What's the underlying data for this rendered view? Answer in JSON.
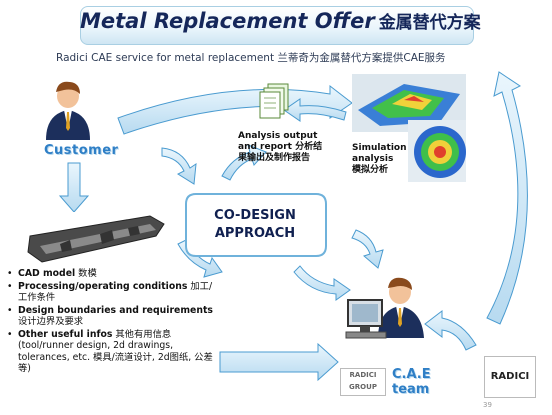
{
  "header": {
    "title": "Metal Replacement Offer",
    "title_cn": "金属替代方案",
    "subtitle": "Radici CAE service for metal replacement 兰蒂奇为金属替代方案提供CAE服务"
  },
  "nodes": {
    "customer": "Customer",
    "cae_team_line1": "C.A.E",
    "cae_team_line2": "team",
    "codesign_line1": "CO-DESIGN",
    "codesign_line2": "APPROACH",
    "analysis_output_line1": "Analysis output",
    "analysis_output_line2": "and report 分析结",
    "analysis_output_line3": "果输出及制作报告",
    "simulation_line1": "Simulation",
    "simulation_line2": "analysis",
    "simulation_line3": "模拟分析"
  },
  "bullets": [
    {
      "bold": "CAD model",
      "rest": " 数模"
    },
    {
      "bold": "Processing/operating conditions",
      "rest": " 加工/工作条件"
    },
    {
      "bold": "Design boundaries and requirements",
      "rest": " 设计边界及要求"
    },
    {
      "bold": "Other useful infos",
      "rest": " 其他有用信息 (tool/runner design, 2d drawings, tolerances, etc. 模具/流道设计, 2d图纸, 公差等)"
    }
  ],
  "logos": {
    "radici_small": "RADICI GROUP",
    "radici_large": "RADICI"
  },
  "page_number": "39",
  "colors": {
    "title_text": "#15275a",
    "accent_blue": "#2f7fc6",
    "arrow_fill": "#cfe8f6",
    "arrow_stroke": "#4a9bd0"
  },
  "icons": [
    "customer-person-icon",
    "engineer-at-computer-icon",
    "documents-icon",
    "simulation-image-icon",
    "cad-part-image-icon"
  ]
}
